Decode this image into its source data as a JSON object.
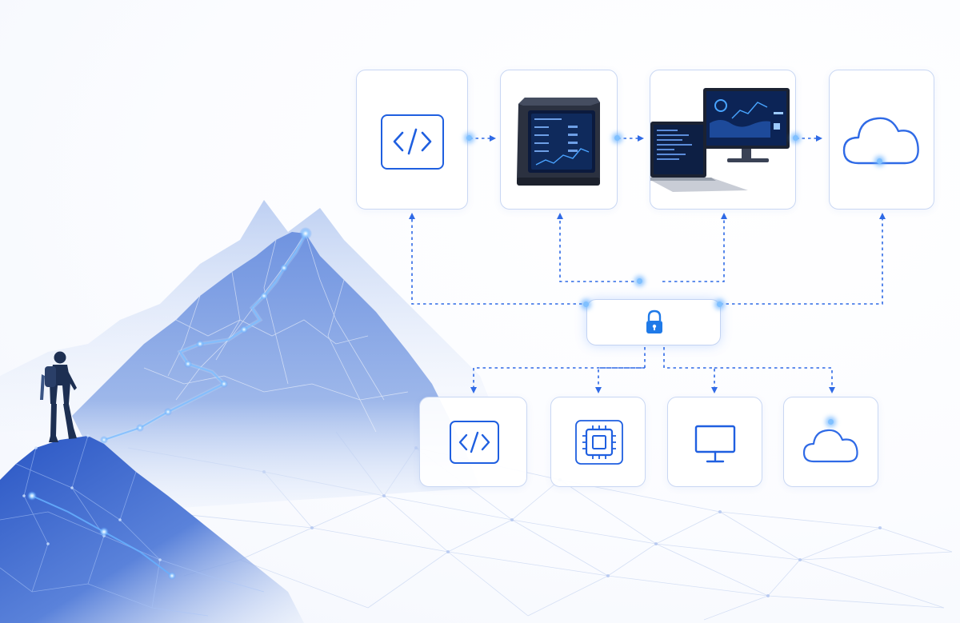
{
  "diagram": {
    "top_row": [
      {
        "id": "code",
        "icon": "code-brackets-icon"
      },
      {
        "id": "server",
        "icon": "compute-server-image"
      },
      {
        "id": "workstation",
        "icon": "laptop-and-monitor-image"
      },
      {
        "id": "cloud",
        "icon": "cloud-icon"
      }
    ],
    "hub": {
      "icon": "padlock-icon"
    },
    "bottom_row": [
      {
        "id": "code",
        "icon": "code-brackets-icon"
      },
      {
        "id": "chip",
        "icon": "cpu-chip-icon"
      },
      {
        "id": "monitor",
        "icon": "monitor-icon"
      },
      {
        "id": "cloud",
        "icon": "cloud-icon"
      }
    ],
    "connections": [
      {
        "from": "code",
        "to": "server",
        "style": "dashed",
        "direction": "forward"
      },
      {
        "from": "server",
        "to": "workstation",
        "style": "dashed",
        "direction": "forward"
      },
      {
        "from": "workstation",
        "to": "cloud",
        "style": "dashed",
        "direction": "forward"
      },
      {
        "from": "hub",
        "to": "top_row",
        "style": "dashed",
        "direction": "up"
      },
      {
        "from": "hub",
        "to": "bottom_row",
        "style": "dashed",
        "direction": "down"
      }
    ]
  },
  "illustration": {
    "subject": "hiker-on-summit",
    "scene": "low-poly-mountain-range",
    "path": "glowing-trail-to-peak"
  },
  "colors": {
    "accent": "#1f5fe0",
    "accent_light": "#4d8cf5",
    "glow": "#7fc0ff",
    "box_border": "#c9d7f3",
    "mountain_dark": "#2a56c4",
    "mountain_light": "#c2d4f2",
    "hiker": "#1d2f52"
  }
}
